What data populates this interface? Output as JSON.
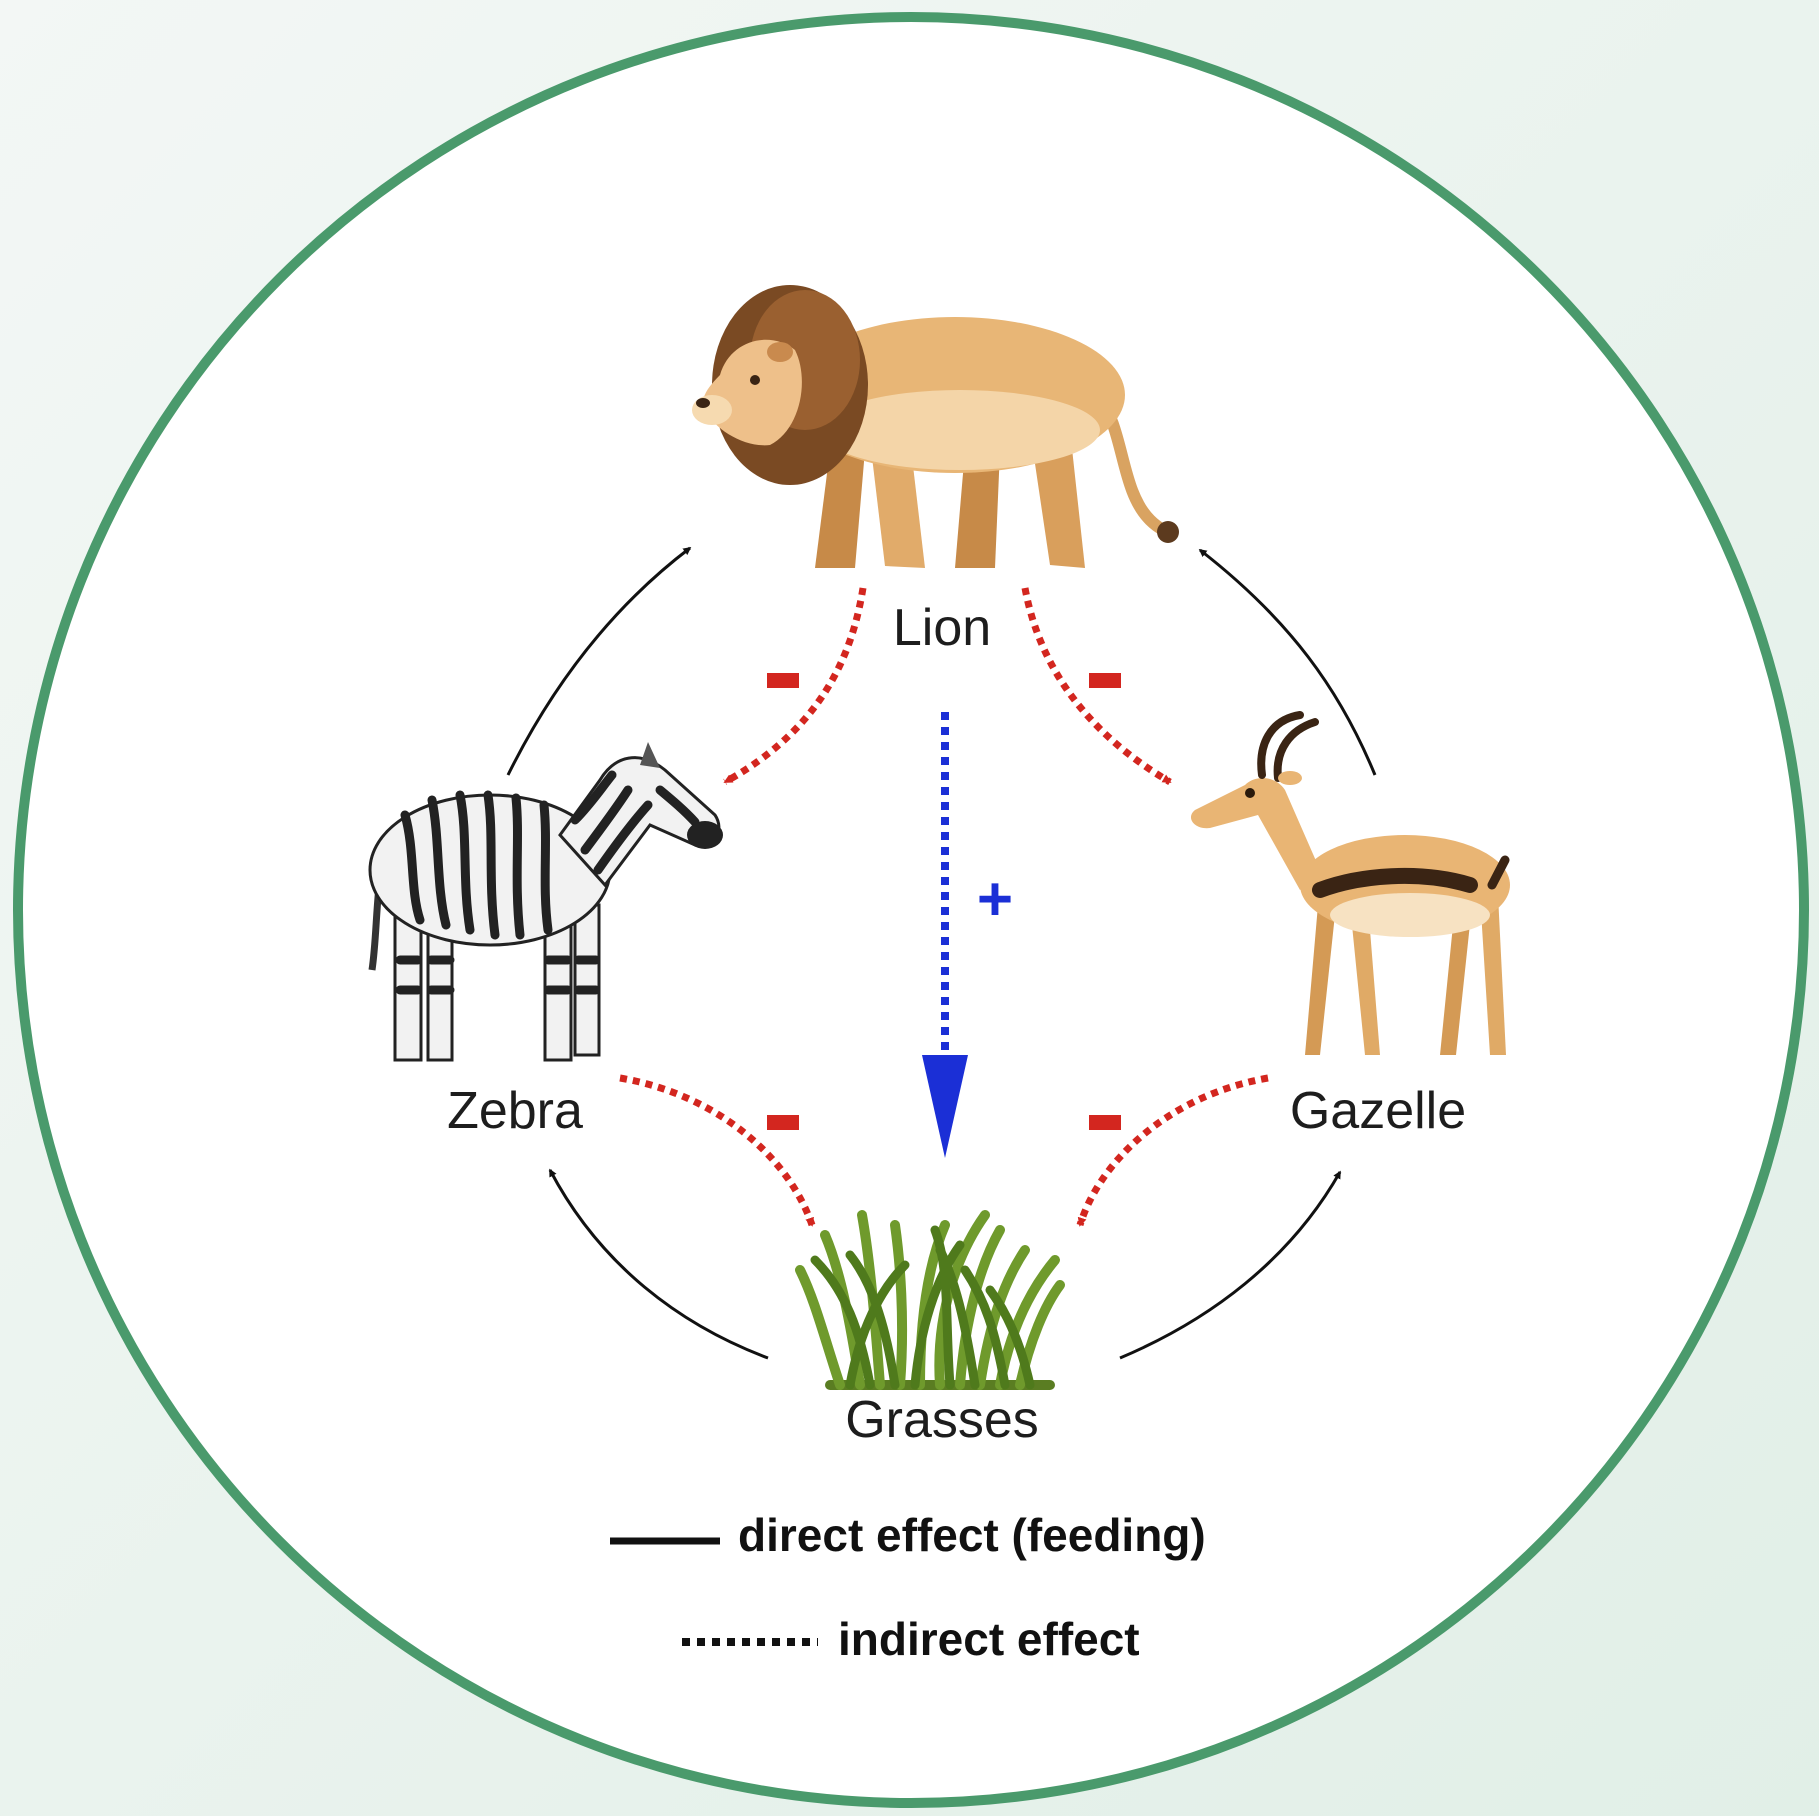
{
  "nodes": {
    "lion": {
      "label": "Lion"
    },
    "zebra": {
      "label": "Zebra"
    },
    "gazelle": {
      "label": "Gazelle"
    },
    "grasses": {
      "label": "Grasses"
    }
  },
  "effects": {
    "lion_to_zebra": {
      "sign": "-",
      "type": "indirect"
    },
    "lion_to_gazelle": {
      "sign": "-",
      "type": "indirect"
    },
    "lion_to_grasses": {
      "sign": "+",
      "type": "indirect"
    },
    "zebra_to_grasses": {
      "sign": "-",
      "type": "indirect"
    },
    "gazelle_to_grasses": {
      "sign": "-",
      "type": "indirect"
    },
    "zebra_to_lion": {
      "type": "direct"
    },
    "gazelle_to_lion": {
      "type": "direct"
    },
    "grasses_to_zebra": {
      "type": "direct"
    },
    "grasses_to_gazelle": {
      "type": "direct"
    }
  },
  "legend": {
    "direct_label": "direct effect (feeding)",
    "indirect_label": "indirect effect"
  },
  "colors": {
    "ring": "#4a9a6c",
    "negative": "#d3261f",
    "positive": "#1b2fd6",
    "direct": "#111111"
  }
}
